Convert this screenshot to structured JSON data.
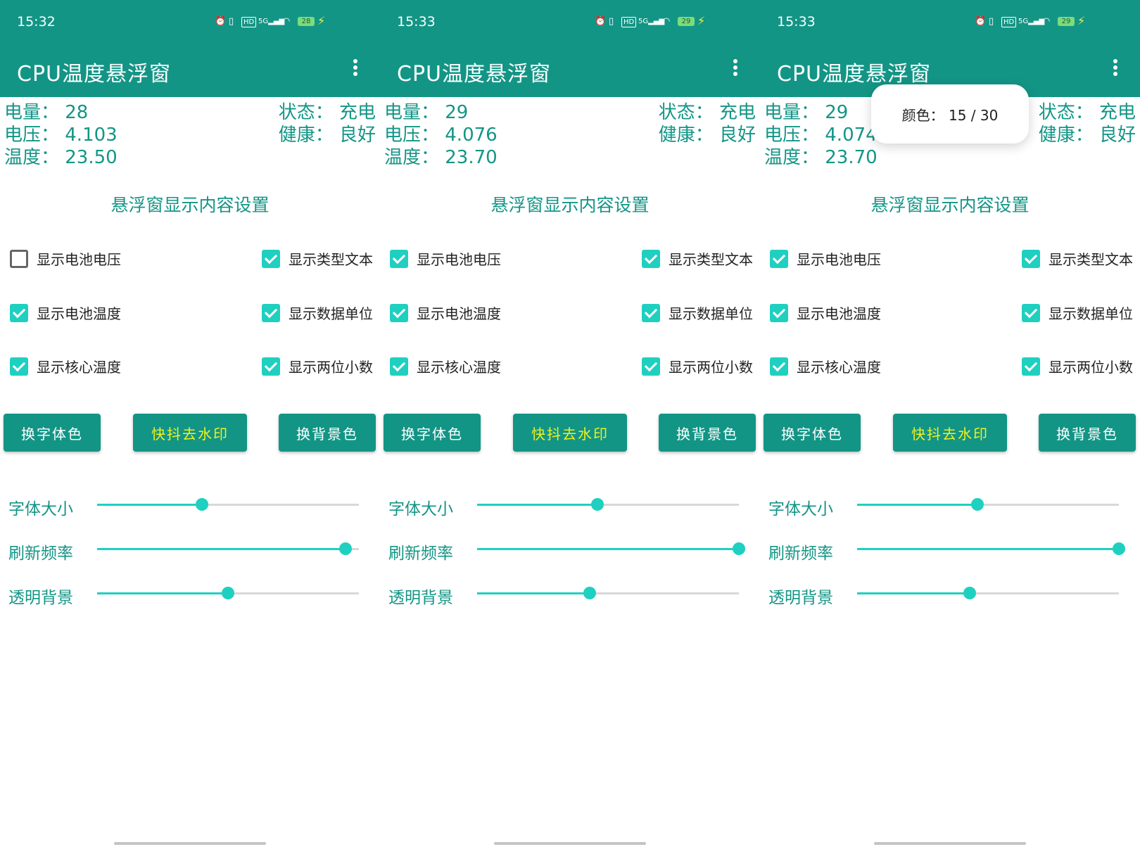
{
  "colors": {
    "primary": "#139586",
    "accent": "#1fd0c0",
    "yellow_text": "#f1f11e"
  },
  "panels": [
    {
      "status": {
        "time": "15:32",
        "battery": "28"
      },
      "app_title": "CPU温度悬浮窗",
      "info": {
        "level": "电量：  28",
        "voltage": "电压：  4.103",
        "temp": "温度：  23.50",
        "state": "状态：  充电",
        "health": "健康：  良好"
      },
      "section_title": "悬浮窗显示内容设置",
      "checkboxes": [
        {
          "label": "显示电池电压",
          "checked": false
        },
        {
          "label": "显示类型文本",
          "checked": true
        },
        {
          "label": "显示电池温度",
          "checked": true
        },
        {
          "label": "显示数据单位",
          "checked": true
        },
        {
          "label": "显示核心温度",
          "checked": true
        },
        {
          "label": "显示两位小数",
          "checked": true
        }
      ],
      "buttons": {
        "font_color": "换字体色",
        "remove_watermark": "快抖去水印",
        "bg_color": "换背景色"
      },
      "sliders": [
        {
          "label": "字体大小",
          "value": 0.4
        },
        {
          "label": "刷新频率",
          "value": 0.95
        },
        {
          "label": "透明背景",
          "value": 0.5
        }
      ]
    },
    {
      "status": {
        "time": "15:33",
        "battery": "29"
      },
      "app_title": "CPU温度悬浮窗",
      "info": {
        "level": "电量：  29",
        "voltage": "电压：  4.076",
        "temp": "温度：  23.70",
        "state": "状态：  充电",
        "health": "健康：  良好"
      },
      "section_title": "悬浮窗显示内容设置",
      "checkboxes": [
        {
          "label": "显示电池电压",
          "checked": true
        },
        {
          "label": "显示类型文本",
          "checked": true
        },
        {
          "label": "显示电池温度",
          "checked": true
        },
        {
          "label": "显示数据单位",
          "checked": true
        },
        {
          "label": "显示核心温度",
          "checked": true
        },
        {
          "label": "显示两位小数",
          "checked": true
        }
      ],
      "buttons": {
        "font_color": "换字体色",
        "remove_watermark": "快抖去水印",
        "bg_color": "换背景色"
      },
      "sliders": [
        {
          "label": "字体大小",
          "value": 0.46
        },
        {
          "label": "刷新频率",
          "value": 1.0
        },
        {
          "label": "透明背景",
          "value": 0.43
        }
      ]
    },
    {
      "status": {
        "time": "15:33",
        "battery": "29"
      },
      "app_title": "CPU温度悬浮窗",
      "info": {
        "level": "电量：  29",
        "voltage": "电压：  4.074",
        "temp": "温度：  23.70",
        "state": "状态：  充电",
        "health": "健康：  良好"
      },
      "section_title": "悬浮窗显示内容设置",
      "checkboxes": [
        {
          "label": "显示电池电压",
          "checked": true
        },
        {
          "label": "显示类型文本",
          "checked": true
        },
        {
          "label": "显示电池温度",
          "checked": true
        },
        {
          "label": "显示数据单位",
          "checked": true
        },
        {
          "label": "显示核心温度",
          "checked": true
        },
        {
          "label": "显示两位小数",
          "checked": true
        }
      ],
      "buttons": {
        "font_color": "换字体色",
        "remove_watermark": "快抖去水印",
        "bg_color": "换背景色"
      },
      "sliders": [
        {
          "label": "字体大小",
          "value": 0.46
        },
        {
          "label": "刷新频率",
          "value": 1.0
        },
        {
          "label": "透明背景",
          "value": 0.43
        }
      ],
      "toast": "颜色：  15 / 30"
    }
  ]
}
